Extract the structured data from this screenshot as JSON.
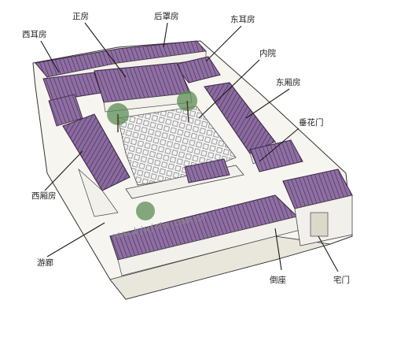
{
  "labels": {
    "zhengfang": "正房",
    "houzhaofang": "后罩房",
    "xierfang": "西耳房",
    "dongerfang": "东耳房",
    "neiyuan": "内院",
    "dongxiangfang": "东厢房",
    "chuihuamen": "垂花门",
    "xixiangfang": "西厢房",
    "youlang": "游廊",
    "daozuo": "倒座",
    "zhaimen": "宅门"
  },
  "watermark": "www.bjwjshy.com.cn",
  "colors": {
    "roof": "#8f6fa3",
    "roof_dark": "#5e4372",
    "roof_line": "#3d2a4a",
    "wall": "#f2f0ea",
    "wall_line": "#444444",
    "tree": "#4f7f4b",
    "ground": "#ffffff",
    "leader": "#1a1a1a"
  }
}
